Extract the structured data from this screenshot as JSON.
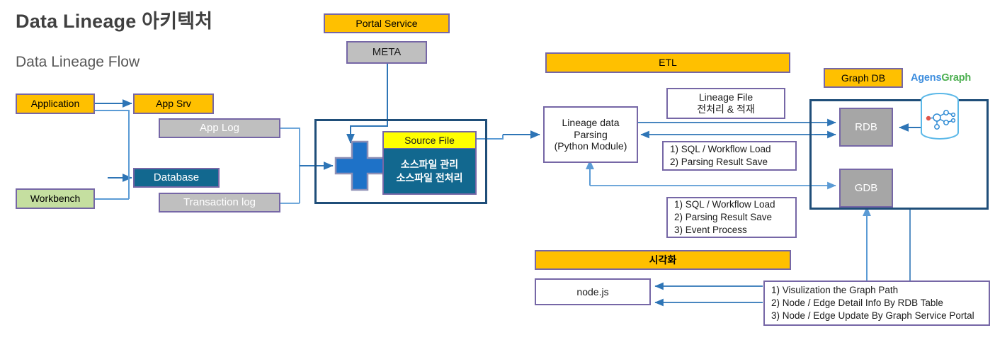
{
  "page": {
    "title": "Data Lineage 아키텍처",
    "subtitle": "Data Lineage Flow"
  },
  "colors": {
    "orange": "#FFC000",
    "grey": "#BFBFBF",
    "grey_dark": "#A6A6A6",
    "teal": "#12688F",
    "green": "#C5DFA0",
    "yellow": "#FFFF00",
    "border_purple": "#7667A6",
    "navy": "#1F4E79",
    "arrow_blue": "#2E75B6",
    "arrow_light": "#5B9BD5",
    "agens_blue": "#3E8EDE",
    "agens_green": "#4CAF50"
  },
  "source_section": {
    "application": "Application",
    "workbench": "Workbench",
    "app_srv": "App Srv",
    "app_log": "App Log",
    "database": "Database",
    "transaction_log": "Transaction log"
  },
  "portal_section": {
    "portal_service": "Portal Service",
    "meta": "META",
    "source_file_header": "Source File",
    "source_file_body_line1": "소스파일 관리",
    "source_file_body_line2": "소스파일 전처리"
  },
  "etl_section": {
    "header": "ETL",
    "parsing_line1": "Lineage data",
    "parsing_line2": "Parsing",
    "parsing_line3": "(Python Module)",
    "lineage_file_line1": "Lineage File",
    "lineage_file_line2": "전처리 & 적재",
    "note_upper_line1": "1) SQL / Workflow Load",
    "note_upper_line2": "2) Parsing Result Save",
    "note_lower_line1": "1) SQL / Workflow Load",
    "note_lower_line2": "2) Parsing Result Save",
    "note_lower_line3": "3) Event Process"
  },
  "graphdb_section": {
    "header": "Graph DB",
    "brand_part1": "Agens",
    "brand_part2": "Graph",
    "rdb": "RDB",
    "gdb": "GDB",
    "db_icon": "database-cylinder-icon",
    "graph_icon": "node-graph-icon"
  },
  "visualization_section": {
    "header": "시각화",
    "nodejs": "node.js",
    "note_line1": "1) Visulization the Graph Path",
    "note_line2": "2) Node / Edge Detail Info By RDB Table",
    "note_line3": "3) Node / Edge Update By Graph Service Portal"
  }
}
